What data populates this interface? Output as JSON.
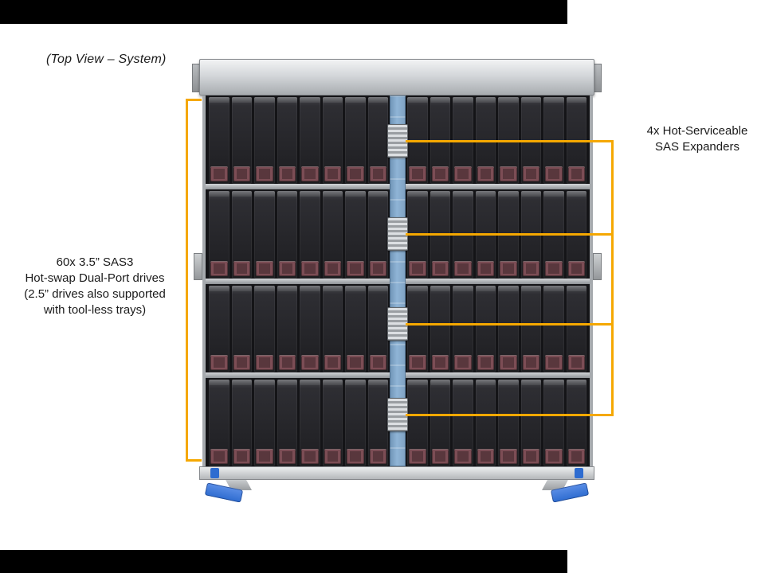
{
  "figure": {
    "top_view_label": "(Top View – System)",
    "drives_annotation": "60x 3.5” SAS3\nHot-swap Dual-Port drives\n(2.5” drives also supported\nwith tool-less trays)",
    "expanders_annotation": "4x Hot-Serviceable\nSAS Expanders"
  },
  "colors": {
    "annotation_orange": "#F5A800",
    "expander_spine_blue": "#8FB4D6",
    "handle_blue": "#2E6CD0",
    "drive_latch_maroon": "#7C4D55",
    "chassis_gray": "#C9CCD0",
    "letterbox_black": "#000000"
  },
  "chassis": {
    "drive_rows": 4,
    "trays_per_half_row": 8,
    "expander_count": 4
  }
}
